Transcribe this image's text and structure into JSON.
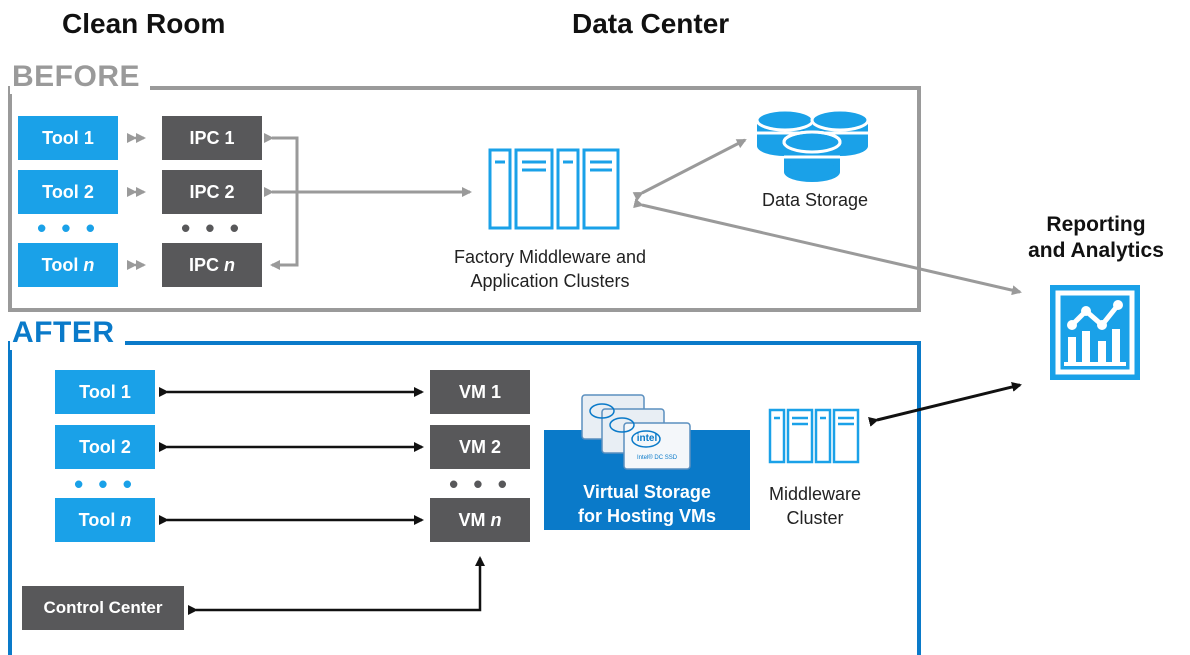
{
  "headers": {
    "clean_room": "Clean Room",
    "data_center": "Data Center"
  },
  "before": {
    "title": "BEFORE",
    "tools": [
      {
        "prefix": "Tool ",
        "suffix": "1"
      },
      {
        "prefix": "Tool ",
        "suffix": "2"
      },
      {
        "prefix": "Tool ",
        "suffix": "n"
      }
    ],
    "ipcs": [
      {
        "prefix": "IPC ",
        "suffix": "1"
      },
      {
        "prefix": "IPC ",
        "suffix": "2"
      },
      {
        "prefix": "IPC ",
        "suffix": "n"
      }
    ],
    "ellipsis": "• • •",
    "middleware_caption": [
      "Factory Middleware and",
      "Application Clusters"
    ],
    "storage_caption": "Data Storage"
  },
  "after": {
    "title": "AFTER",
    "tools": [
      {
        "prefix": "Tool ",
        "suffix": "1"
      },
      {
        "prefix": "Tool ",
        "suffix": "2"
      },
      {
        "prefix": "Tool ",
        "suffix": "n"
      }
    ],
    "vms": [
      {
        "prefix": "VM ",
        "suffix": "1"
      },
      {
        "prefix": "VM ",
        "suffix": "2"
      },
      {
        "prefix": "VM ",
        "suffix": "n"
      }
    ],
    "ellipsis": "• • •",
    "virtual_storage": [
      "Virtual Storage",
      "for Hosting VMs"
    ],
    "ssd_brand": "intel",
    "ssd_model": "Intel® DC SSD",
    "middleware_cluster": [
      "Middleware",
      "Cluster"
    ],
    "control_center": "Control Center"
  },
  "reporting": {
    "label": [
      "Reporting",
      "and Analytics"
    ]
  },
  "colors": {
    "tool_blue": "#1aa1e8",
    "dark_gray": "#58585a",
    "after_blue": "#0a7ac9",
    "before_gray": "#9a9a9a"
  },
  "icons": [
    "server-rack-icon",
    "database-icon",
    "analytics-chart-icon",
    "ssd-drive-icon"
  ]
}
